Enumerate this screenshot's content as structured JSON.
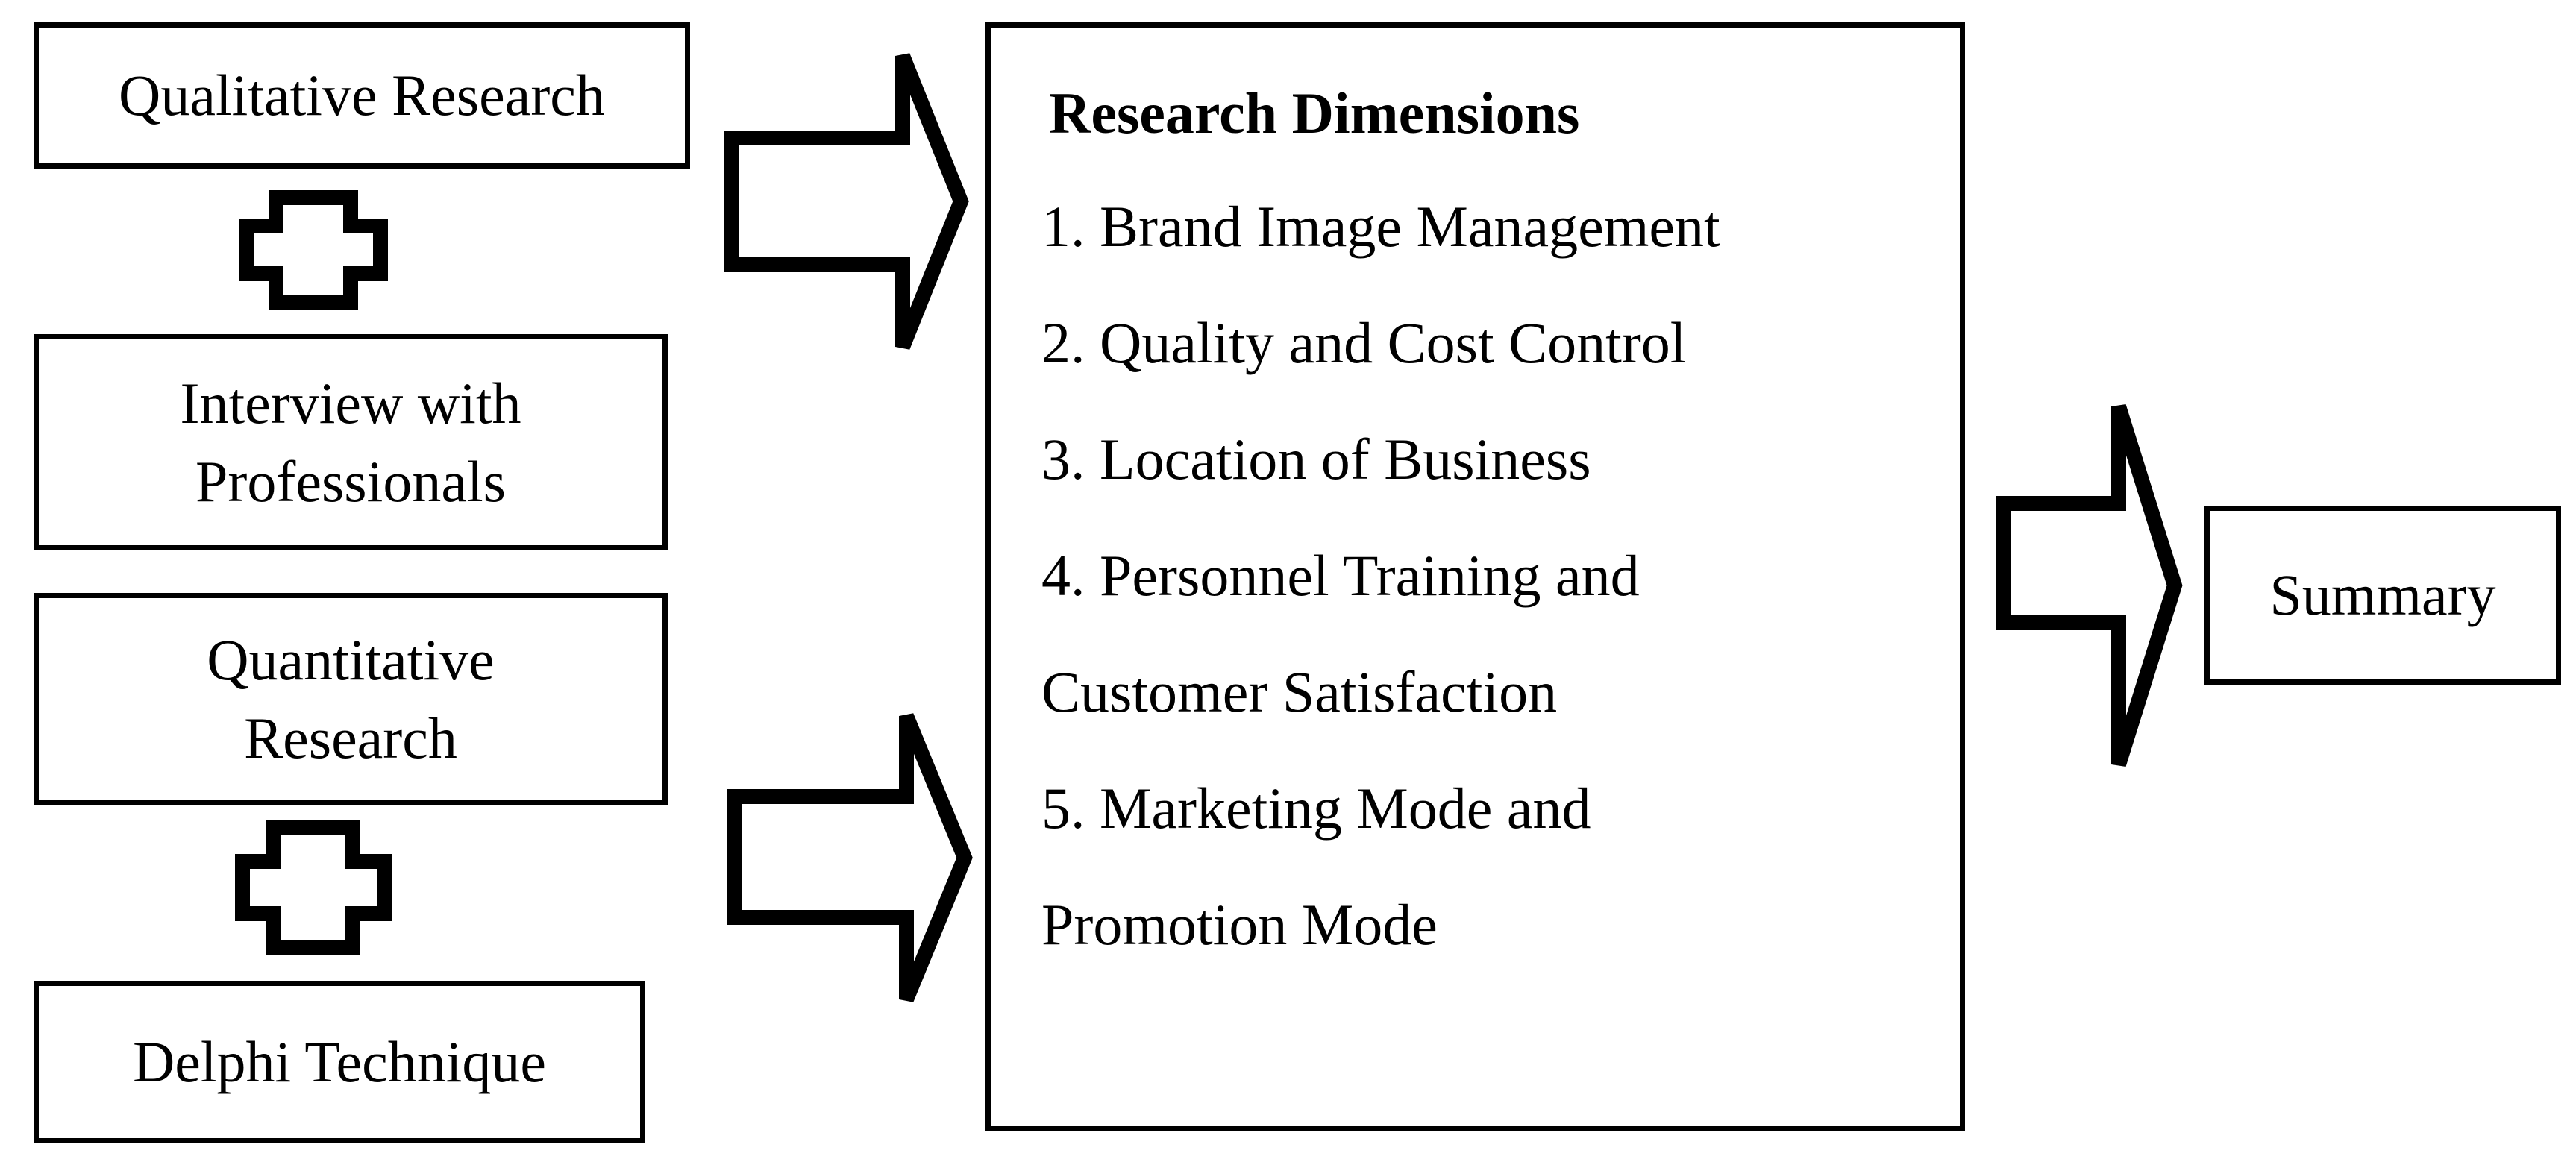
{
  "boxes": {
    "qualitative": "Qualitative Research",
    "interview": [
      "Interview with",
      "Professionals"
    ],
    "quantitative": [
      "Quantitative",
      "Research"
    ],
    "delphi": "Delphi Technique",
    "summary": "Summary"
  },
  "dimensions": {
    "title": "Research Dimensions",
    "lines": [
      "1. Brand Image Management",
      "2. Quality and Cost Control",
      "3. Location of Business",
      "4. Personnel Training and",
      "Customer Satisfaction",
      "5. Marketing Mode and",
      "Promotion Mode"
    ]
  }
}
